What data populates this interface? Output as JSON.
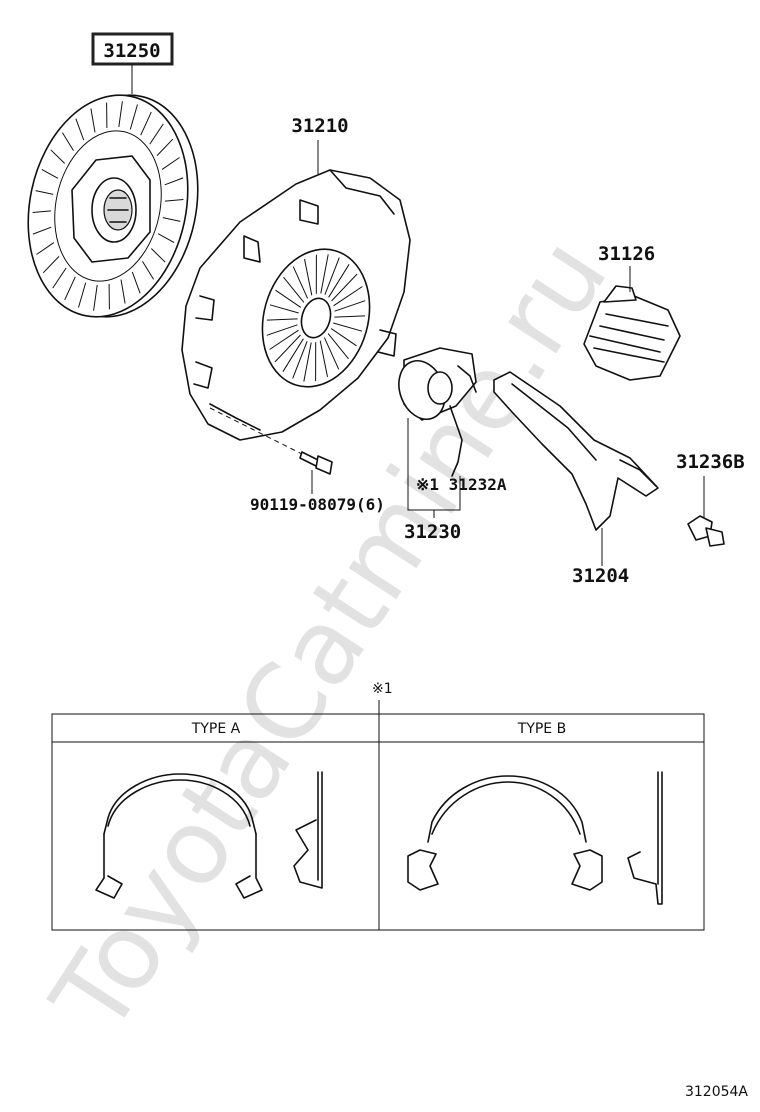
{
  "parts": {
    "disc": "31250",
    "cover": "31210",
    "boot": "31126",
    "bolt_code": "90119-08079(6)",
    "bearing_assy": "31230",
    "clip_note": "※1 31232A",
    "fork": "31204",
    "pivot": "31236B"
  },
  "detail": {
    "marker": "※1",
    "type_a": "TYPE A",
    "type_b": "TYPE B"
  },
  "figure_code": "312054A",
  "watermark": "ToyotaCatmine.ru"
}
